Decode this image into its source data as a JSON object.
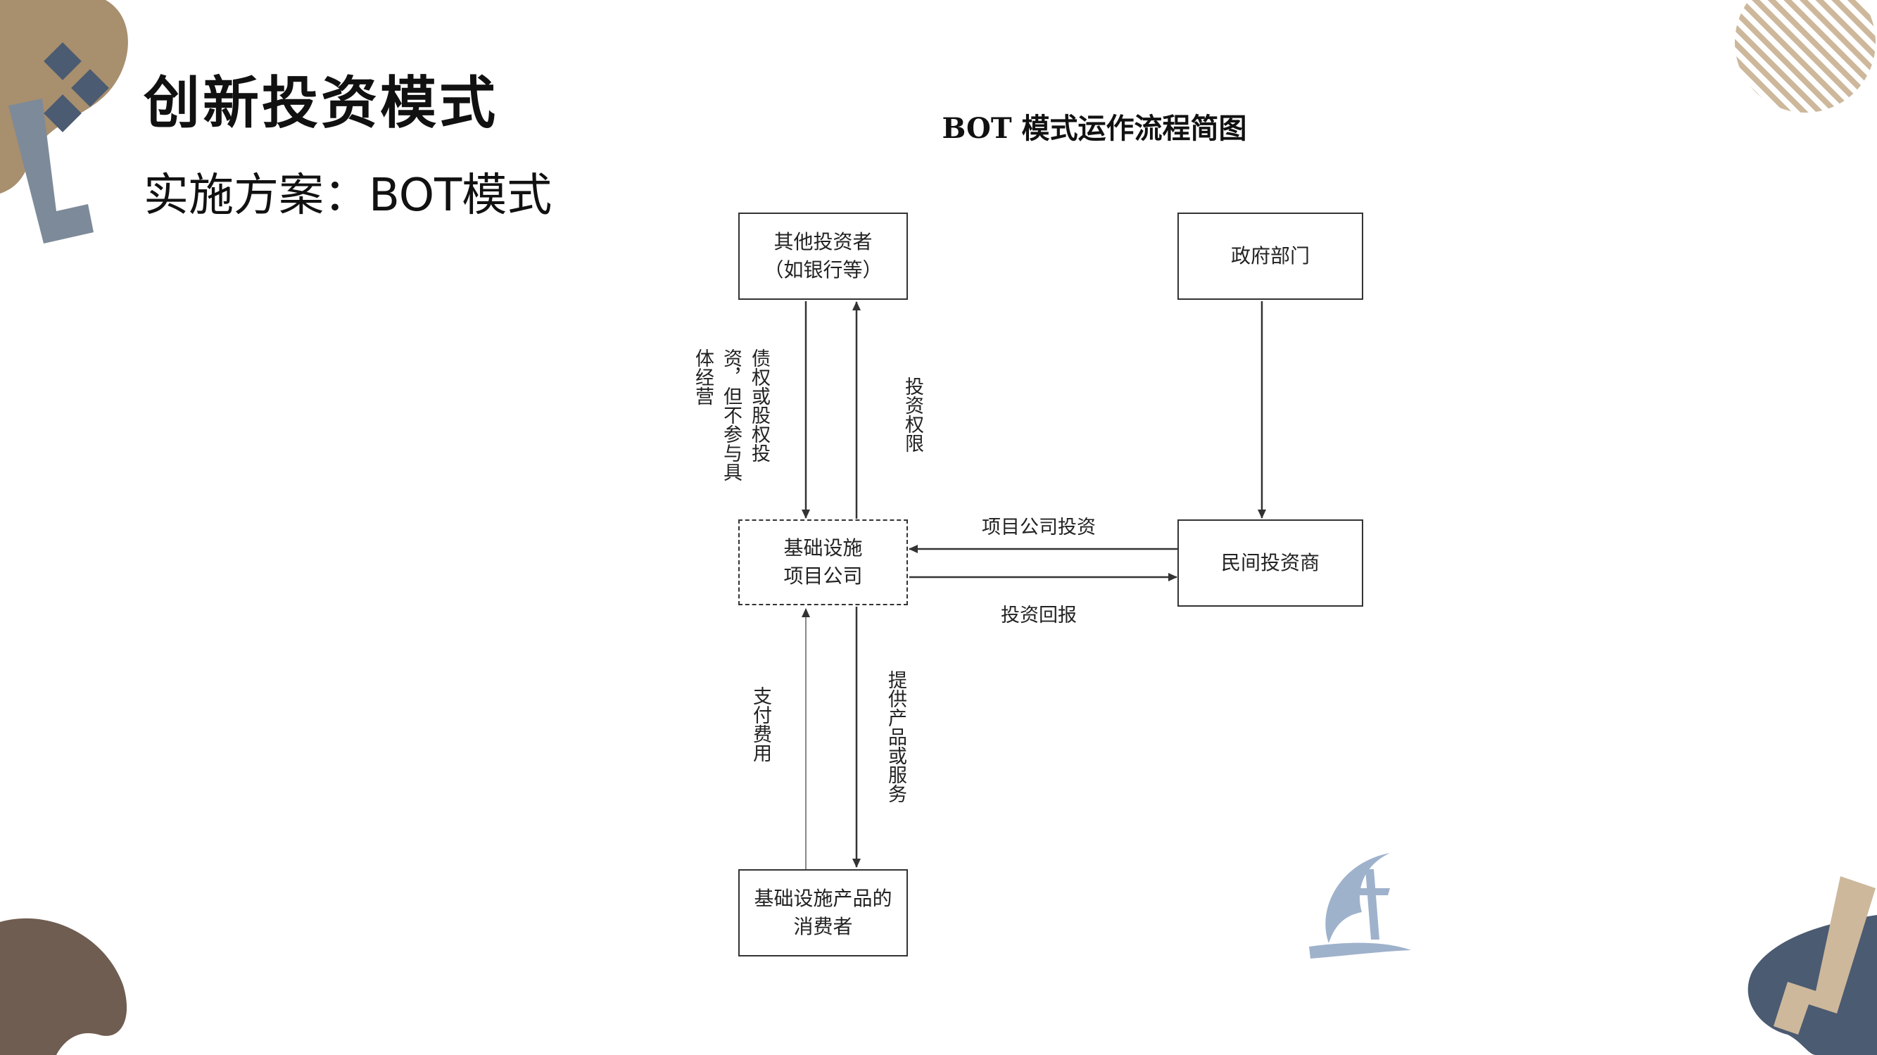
{
  "header": {
    "title": "创新投资模式",
    "subtitle": "实施方案：BOT模式"
  },
  "diagram": {
    "title": "BOT 模式运作流程简图",
    "nodes": {
      "other_investors": {
        "line1": "其他投资者",
        "line2": "（如银行等）"
      },
      "government": {
        "label": "政府部门"
      },
      "project_company": {
        "line1": "基础设施",
        "line2": "项目公司"
      },
      "private_investor": {
        "label": "民间投资商"
      },
      "consumers": {
        "line1": "基础设施产品的",
        "line2": "消费者"
      }
    },
    "edges": {
      "investors_to_company": {
        "col1": "债权或股权投",
        "col2": "资，但不参与具",
        "col3": "体经营"
      },
      "company_to_investors": "投资权限",
      "private_to_company": "项目公司投资",
      "company_to_private": "投资回报",
      "consumers_to_company": "支付费用",
      "company_to_consumers": "提供产品或服务"
    }
  },
  "colors": {
    "brown": "#a88f6e",
    "slate": "#7d8a99",
    "navy": "#4b5b71",
    "dark_brown": "#6f5d51",
    "beige": "#cdb89c",
    "logo_blue": "#9fb2cc",
    "line": "#333333"
  },
  "icons": {
    "top_left": "diamond-cluster-icon",
    "logo": "sailboat-logo-icon"
  }
}
